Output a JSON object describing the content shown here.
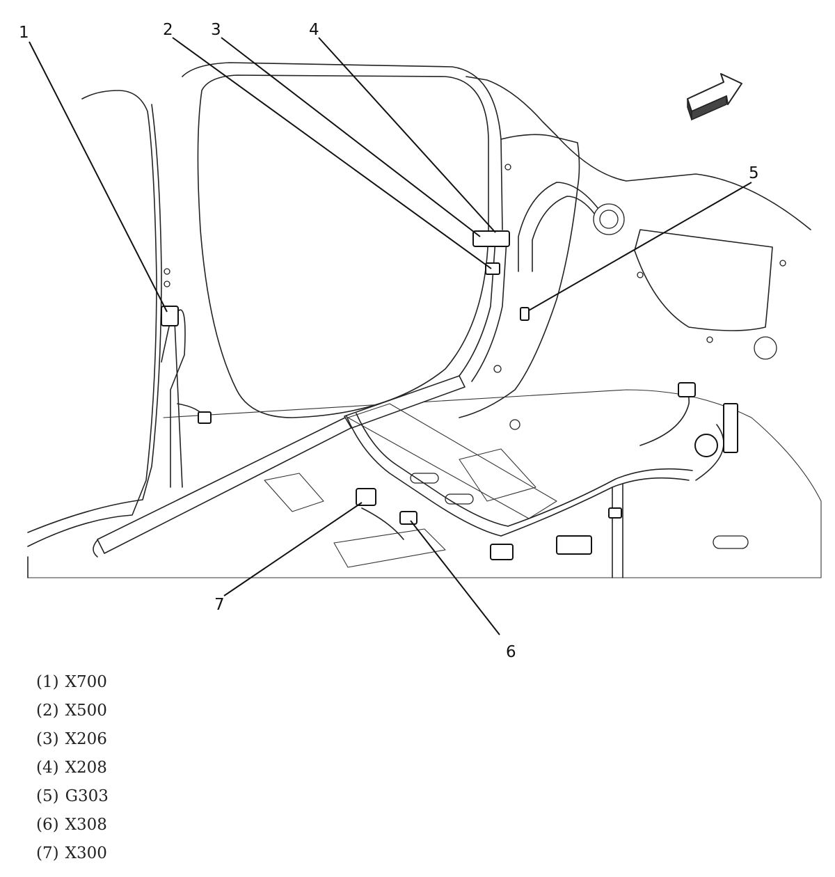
{
  "diagram": {
    "callouts": [
      {
        "number": "1",
        "code": "X700"
      },
      {
        "number": "2",
        "code": "X500"
      },
      {
        "number": "3",
        "code": "X206"
      },
      {
        "number": "4",
        "code": "X208"
      },
      {
        "number": "5",
        "code": "G303"
      },
      {
        "number": "6",
        "code": "X308"
      },
      {
        "number": "7",
        "code": "X300"
      }
    ],
    "direction_icon": "forward-arrow-icon"
  }
}
